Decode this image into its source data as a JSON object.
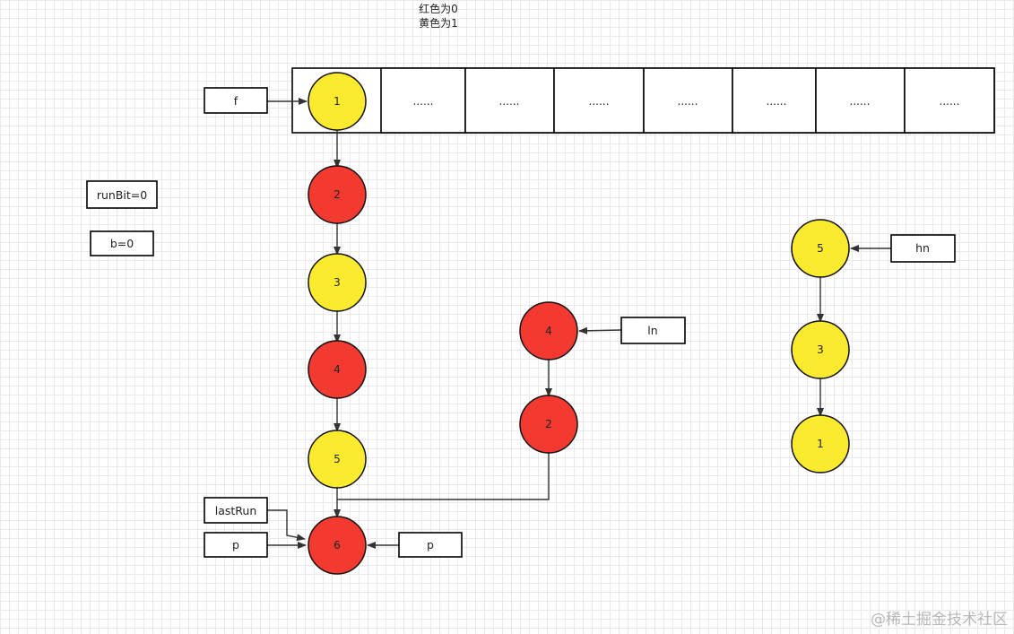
{
  "legend": {
    "line1": "红色为0",
    "line2": "黄色为1"
  },
  "colors": {
    "red": "#f23a30",
    "yellow": "#fbea2e"
  },
  "table": {
    "cells": [
      "......",
      "......",
      "......",
      "......",
      "......",
      "......",
      "......"
    ]
  },
  "labels": {
    "f": "f",
    "run_bit": "runBit=0",
    "b": "b=0",
    "ln": "ln",
    "hn": "hn",
    "last_run": "lastRun",
    "p_left": "p",
    "p_right": "p"
  },
  "nodes": {
    "main": [
      {
        "value": "1",
        "color": "yellow"
      },
      {
        "value": "2",
        "color": "red"
      },
      {
        "value": "3",
        "color": "yellow"
      },
      {
        "value": "4",
        "color": "red"
      },
      {
        "value": "5",
        "color": "yellow"
      },
      {
        "value": "6",
        "color": "red"
      }
    ],
    "low": [
      {
        "value": "4",
        "color": "red"
      },
      {
        "value": "2",
        "color": "red"
      }
    ],
    "high": [
      {
        "value": "5",
        "color": "yellow"
      },
      {
        "value": "3",
        "color": "yellow"
      },
      {
        "value": "1",
        "color": "yellow"
      }
    ]
  },
  "watermark": "@稀土掘金技术社区"
}
